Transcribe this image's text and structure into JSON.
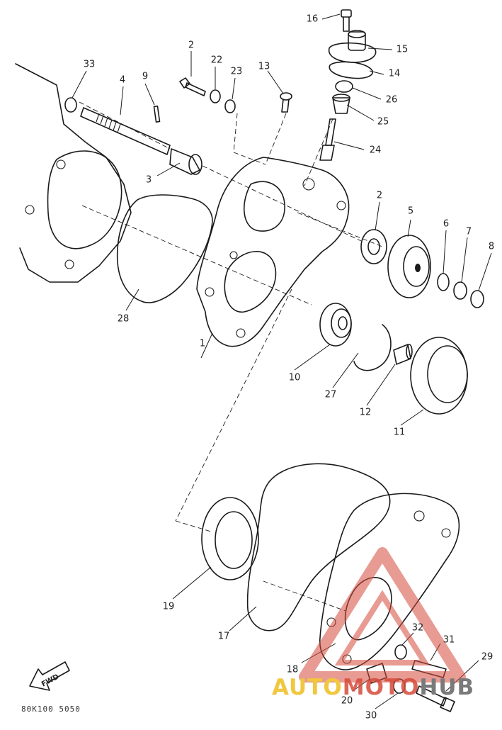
{
  "diagram": {
    "code": "80K100 5050",
    "forward_label": "FWD",
    "watermark": {
      "part1": "AUTO",
      "part2": "MOTO",
      "part3": "HUB"
    },
    "callouts": [
      {
        "id": "c1",
        "text": "1"
      },
      {
        "id": "c2a",
        "text": "2"
      },
      {
        "id": "c2b",
        "text": "2"
      },
      {
        "id": "c3",
        "text": "3"
      },
      {
        "id": "c4",
        "text": "4"
      },
      {
        "id": "c5",
        "text": "5"
      },
      {
        "id": "c6",
        "text": "6"
      },
      {
        "id": "c7",
        "text": "7"
      },
      {
        "id": "c8",
        "text": "8"
      },
      {
        "id": "c9",
        "text": "9"
      },
      {
        "id": "c10",
        "text": "10"
      },
      {
        "id": "c11",
        "text": "11"
      },
      {
        "id": "c12",
        "text": "12"
      },
      {
        "id": "c13",
        "text": "13"
      },
      {
        "id": "c14",
        "text": "14"
      },
      {
        "id": "c15",
        "text": "15"
      },
      {
        "id": "c16",
        "text": "16"
      },
      {
        "id": "c17",
        "text": "17"
      },
      {
        "id": "c18",
        "text": "18"
      },
      {
        "id": "c19",
        "text": "19"
      },
      {
        "id": "c20",
        "text": "20"
      },
      {
        "id": "c22",
        "text": "22"
      },
      {
        "id": "c23",
        "text": "23"
      },
      {
        "id": "c24",
        "text": "24"
      },
      {
        "id": "c25",
        "text": "25"
      },
      {
        "id": "c26",
        "text": "26"
      },
      {
        "id": "c27",
        "text": "27"
      },
      {
        "id": "c28",
        "text": "28"
      },
      {
        "id": "c29",
        "text": "29"
      },
      {
        "id": "c30",
        "text": "30"
      },
      {
        "id": "c31",
        "text": "31"
      },
      {
        "id": "c32",
        "text": "32"
      },
      {
        "id": "c33",
        "text": "33"
      }
    ]
  }
}
